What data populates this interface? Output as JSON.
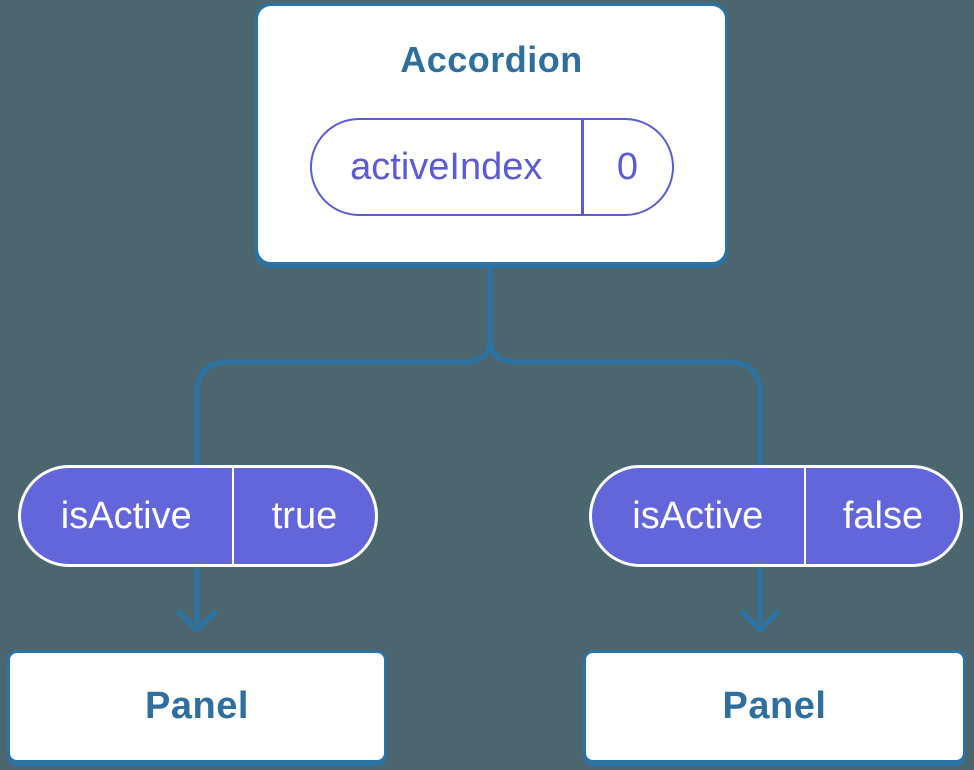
{
  "colors": {
    "background": "#4C6670",
    "line_blue": "#2B73A4",
    "node_text_blue": "#2E6F9E",
    "purple": "#6365DB",
    "purple_text": "#5B5BD6",
    "white": "#FFFFFF"
  },
  "icons": {
    "left_arrow": "down-arrow-icon",
    "right_arrow": "down-arrow-icon"
  },
  "tree": {
    "root": {
      "title": "Accordion",
      "state_pill": {
        "label": "activeIndex",
        "value": "0"
      }
    },
    "props": [
      {
        "label": "isActive",
        "value": "true"
      },
      {
        "label": "isActive",
        "value": "false"
      }
    ],
    "children": [
      {
        "title": "Panel"
      },
      {
        "title": "Panel"
      }
    ]
  }
}
